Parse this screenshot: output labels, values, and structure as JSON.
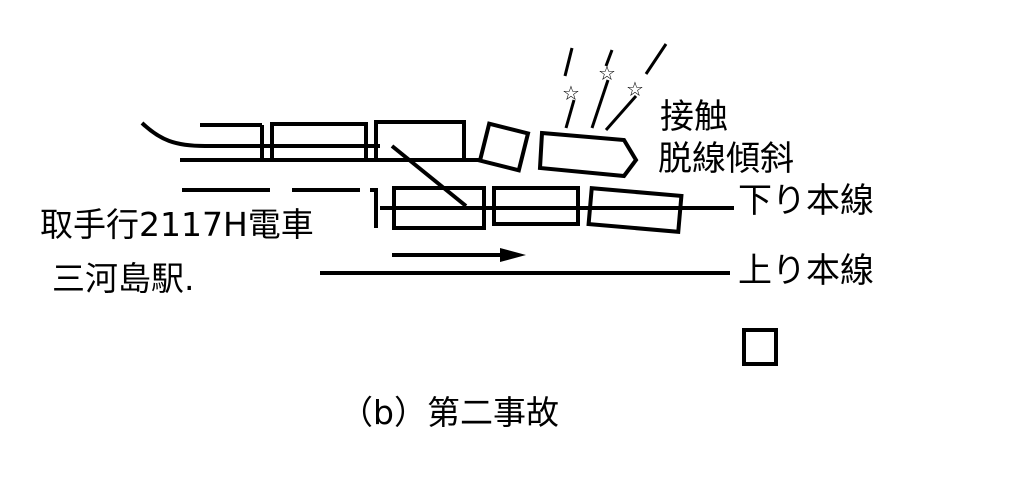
{
  "labels": {
    "contact": "接触",
    "derail": "脱線傾斜",
    "down_line": "下り本線",
    "up_line": "上り本線",
    "train": "取手行2117H電車",
    "station": "三河島駅.",
    "caption": "（b）第二事故"
  }
}
